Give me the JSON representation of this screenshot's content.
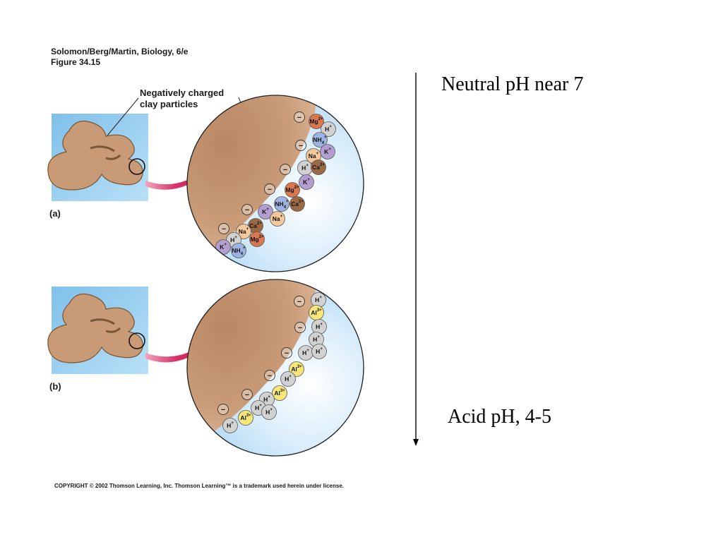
{
  "header": {
    "source": "Solomon/Berg/Martin, Biology, 6/e",
    "figure": "Figure 34.15"
  },
  "callout": {
    "line1": "Negatively charged",
    "line2": "clay particles"
  },
  "panels": [
    {
      "label": "(a)",
      "ions": [
        {
          "sym": "Mg",
          "sup": "2+",
          "color": "#d9774f"
        },
        {
          "sym": "H",
          "sup": "+",
          "color": "#d2d2d2"
        },
        {
          "sym": "NH",
          "sub": "4",
          "sup": "+",
          "color": "#9db4e2"
        },
        {
          "sym": "K",
          "sup": "+",
          "color": "#b39ed0"
        },
        {
          "sym": "Na",
          "sup": "+",
          "color": "#f4c89a"
        },
        {
          "sym": "H",
          "sup": "+",
          "color": "#d2d2d2"
        },
        {
          "sym": "Ca",
          "sup": "2+",
          "color": "#9b6a45"
        },
        {
          "sym": "K",
          "sup": "+",
          "color": "#b39ed0"
        },
        {
          "sym": "Mg",
          "sup": "2+",
          "color": "#d9774f"
        },
        {
          "sym": "NH",
          "sub": "4",
          "sup": "+",
          "color": "#9db4e2"
        },
        {
          "sym": "Ca",
          "sup": "2+",
          "color": "#9b6a45"
        },
        {
          "sym": "K",
          "sup": "+",
          "color": "#b39ed0"
        },
        {
          "sym": "Na",
          "sup": "+",
          "color": "#f4c89a"
        },
        {
          "sym": "Ca",
          "sup": "2+",
          "color": "#9b6a45"
        },
        {
          "sym": "Na",
          "sup": "+",
          "color": "#f4c89a"
        },
        {
          "sym": "H",
          "sup": "+",
          "color": "#d2d2d2"
        },
        {
          "sym": "Mg",
          "sup": "2+",
          "color": "#d9774f"
        },
        {
          "sym": "K",
          "sup": "+",
          "color": "#b39ed0"
        },
        {
          "sym": "NH",
          "sub": "4",
          "sup": "+",
          "color": "#9db4e2"
        }
      ]
    },
    {
      "label": "(b)",
      "ions": [
        {
          "sym": "H",
          "sup": "+",
          "color": "#d2d2d2"
        },
        {
          "sym": "Al",
          "sup": "3+",
          "color": "#f7e67a"
        },
        {
          "sym": "H",
          "sup": "+",
          "color": "#d2d2d2"
        },
        {
          "sym": "H",
          "sup": "+",
          "color": "#d2d2d2"
        },
        {
          "sym": "H",
          "sup": "+",
          "color": "#d2d2d2"
        },
        {
          "sym": "H",
          "sup": "+",
          "color": "#d2d2d2"
        },
        {
          "sym": "Al",
          "sup": "3+",
          "color": "#f7e67a"
        },
        {
          "sym": "H",
          "sup": "+",
          "color": "#d2d2d2"
        },
        {
          "sym": "Al",
          "sup": "3+",
          "color": "#f7e67a"
        },
        {
          "sym": "H",
          "sup": "+",
          "color": "#d2d2d2"
        },
        {
          "sym": "H",
          "sup": "+",
          "color": "#d2d2d2"
        },
        {
          "sym": "H",
          "sup": "+",
          "color": "#d2d2d2"
        },
        {
          "sym": "Al",
          "sup": "3+",
          "color": "#f7e67a"
        },
        {
          "sym": "H",
          "sup": "+",
          "color": "#d2d2d2"
        }
      ]
    }
  ],
  "charge_symbol": "−",
  "ph_labels": {
    "top": "Neutral pH near 7",
    "bottom": "Acid pH, 4-5"
  },
  "copyright": "COPYRIGHT © 2002 Thomson Learning, Inc. Thomson Learning™ is a trademark used herein under license.",
  "colors": {
    "clay": "#c89a76",
    "water": "#a9d6f3",
    "arrow": "#c8184a"
  }
}
